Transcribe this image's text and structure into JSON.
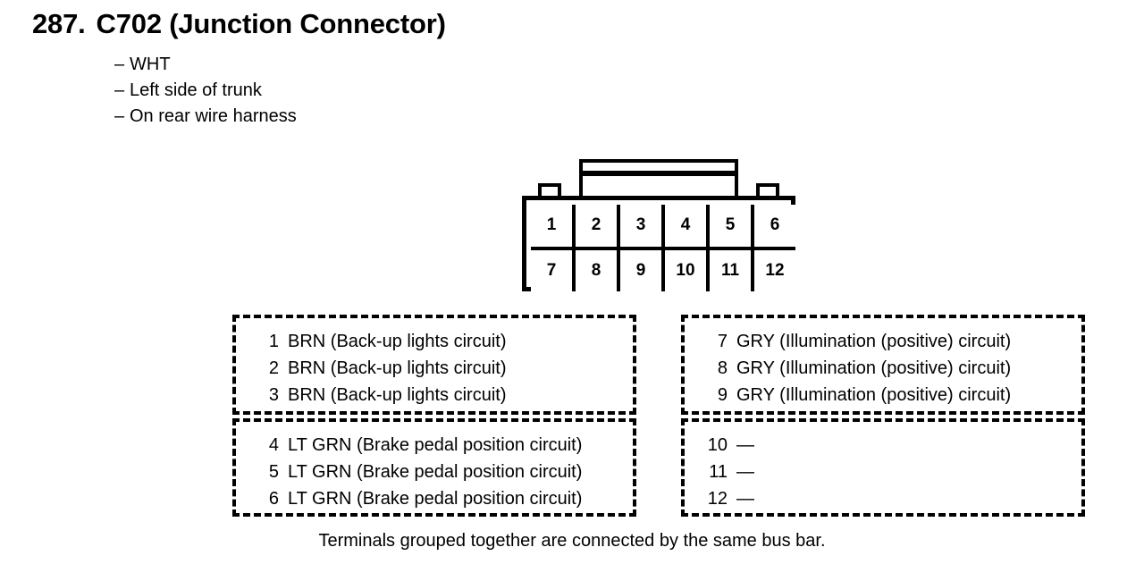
{
  "heading": {
    "number": "287.",
    "title": "C702 (Junction Connector)"
  },
  "specs": [
    {
      "dash": "–",
      "text": "WHT"
    },
    {
      "dash": "–",
      "text": "Left side of trunk"
    },
    {
      "dash": "–",
      "text": "On rear wire harness"
    }
  ],
  "connector": {
    "rows": [
      [
        "1",
        "2",
        "3",
        "4",
        "5",
        "6"
      ],
      [
        "7",
        "8",
        "9",
        "10",
        "11",
        "12"
      ]
    ]
  },
  "groups": [
    {
      "name": "pins-1-3",
      "lines": [
        {
          "pin": "1",
          "desc": "BRN (Back-up lights circuit)"
        },
        {
          "pin": "2",
          "desc": "BRN (Back-up lights circuit)"
        },
        {
          "pin": "3",
          "desc": "BRN (Back-up lights circuit)"
        }
      ]
    },
    {
      "name": "pins-7-9",
      "lines": [
        {
          "pin": "7",
          "desc": "GRY (Illumination (positive) circuit)"
        },
        {
          "pin": "8",
          "desc": "GRY (Illumination (positive) circuit)"
        },
        {
          "pin": "9",
          "desc": "GRY (Illumination (positive) circuit)"
        }
      ]
    },
    {
      "name": "pins-4-6",
      "lines": [
        {
          "pin": "4",
          "desc": "LT GRN (Brake pedal position circuit)"
        },
        {
          "pin": "5",
          "desc": "LT GRN (Brake pedal position circuit)"
        },
        {
          "pin": "6",
          "desc": "LT GRN (Brake pedal position circuit)"
        }
      ]
    },
    {
      "name": "pins-10-12",
      "lines": [
        {
          "pin": "10",
          "desc": "—"
        },
        {
          "pin": "11",
          "desc": "—"
        },
        {
          "pin": "12",
          "desc": "—"
        }
      ]
    }
  ],
  "footnote": "Terminals grouped together are connected by the same bus bar."
}
